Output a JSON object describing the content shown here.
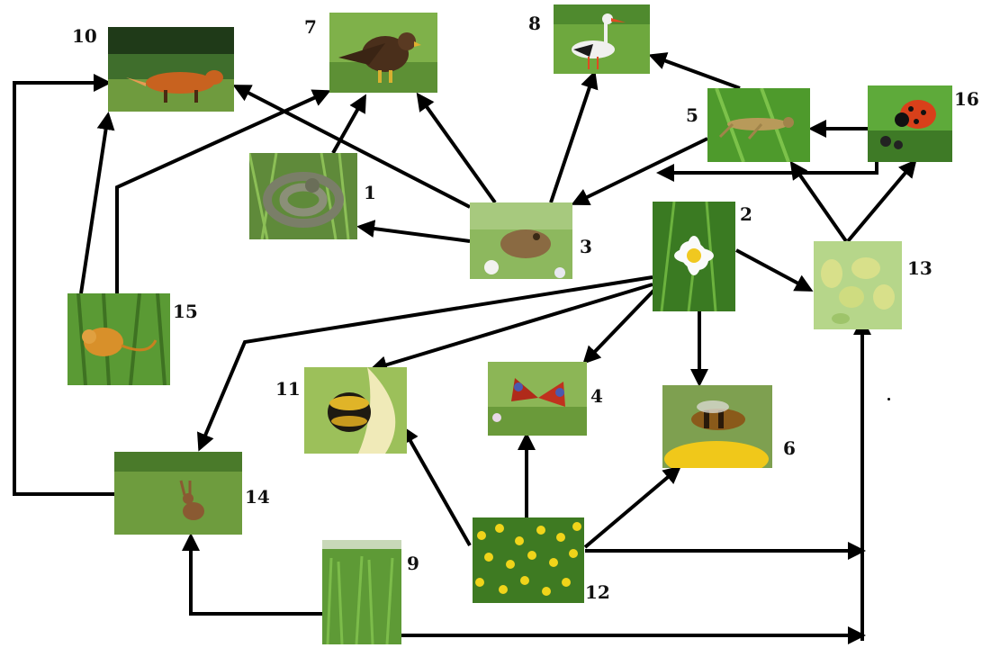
{
  "diagram": {
    "type": "food-web",
    "nodes": [
      {
        "id": "1",
        "label": "1",
        "subject": "grass-snake"
      },
      {
        "id": "2",
        "label": "2",
        "subject": "daisy-flower"
      },
      {
        "id": "3",
        "label": "3",
        "subject": "toad"
      },
      {
        "id": "4",
        "label": "4",
        "subject": "peacock-butterfly"
      },
      {
        "id": "5",
        "label": "5",
        "subject": "grasshopper"
      },
      {
        "id": "6",
        "label": "6",
        "subject": "honey-bee"
      },
      {
        "id": "7",
        "label": "7",
        "subject": "buzzard"
      },
      {
        "id": "8",
        "label": "8",
        "subject": "white-stork"
      },
      {
        "id": "9",
        "label": "9",
        "subject": "grass"
      },
      {
        "id": "10",
        "label": "10",
        "subject": "red-fox"
      },
      {
        "id": "11",
        "label": "11",
        "subject": "bumblebee"
      },
      {
        "id": "12",
        "label": "12",
        "subject": "yellow-flower-meadow"
      },
      {
        "id": "13",
        "label": "13",
        "subject": "aphids"
      },
      {
        "id": "14",
        "label": "14",
        "subject": "hare"
      },
      {
        "id": "15",
        "label": "15",
        "subject": "harvest-mouse"
      },
      {
        "id": "16",
        "label": "16",
        "subject": "ladybird"
      }
    ],
    "edges": [
      {
        "from": "3",
        "to": "1"
      },
      {
        "from": "1",
        "to": "7"
      },
      {
        "from": "3",
        "to": "7"
      },
      {
        "from": "3",
        "to": "10"
      },
      {
        "from": "3",
        "to": "8"
      },
      {
        "from": "5",
        "to": "8"
      },
      {
        "from": "5",
        "to": "3"
      },
      {
        "from": "16",
        "to": "5"
      },
      {
        "from": "16",
        "to": "3"
      },
      {
        "from": "13",
        "to": "5"
      },
      {
        "from": "13",
        "to": "16"
      },
      {
        "from": "2",
        "to": "13"
      },
      {
        "from": "2",
        "to": "6"
      },
      {
        "from": "2",
        "to": "4"
      },
      {
        "from": "2",
        "to": "11"
      },
      {
        "from": "2",
        "to": "14"
      },
      {
        "from": "15",
        "to": "10"
      },
      {
        "from": "15",
        "to": "7"
      },
      {
        "from": "14",
        "to": "10"
      },
      {
        "from": "12",
        "to": "11"
      },
      {
        "from": "12",
        "to": "4"
      },
      {
        "from": "12",
        "to": "6"
      },
      {
        "from": "12",
        "to": "13"
      },
      {
        "from": "9",
        "to": "14"
      },
      {
        "from": "9",
        "to": "13"
      }
    ]
  }
}
